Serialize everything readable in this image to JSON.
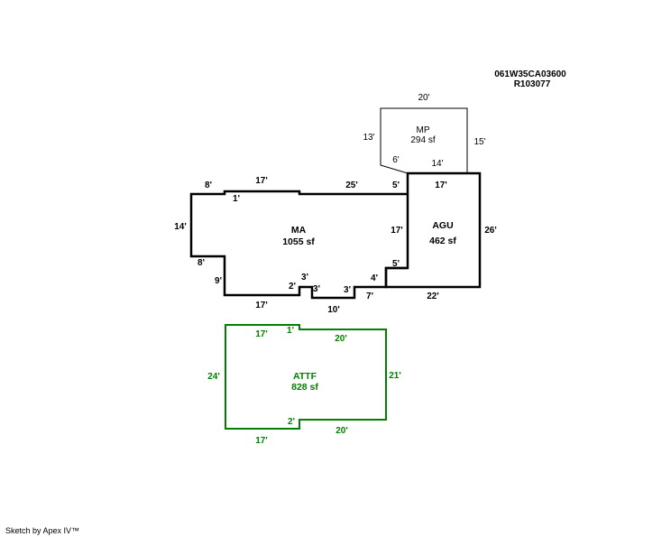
{
  "header": {
    "parcel_id": "061W35CA03600",
    "account_id": "R103077"
  },
  "areas": {
    "mp": {
      "name": "MP",
      "size": "294 sf"
    },
    "ma": {
      "name": "MA",
      "size": "1055 sf"
    },
    "agu": {
      "name": "AGU",
      "size": "462 sf"
    },
    "attf": {
      "name": "ATTF",
      "size": "828 sf"
    }
  },
  "dimensions": {
    "mp_top": "20'",
    "mp_left": "13'",
    "mp_right": "15'",
    "mp_diag": "6'",
    "mp_bottom": "14'",
    "ma_top_left": "8'",
    "ma_top_mid": "17'",
    "ma_step_top": "1'",
    "ma_top_right": "25'",
    "ma_top_end": "5'",
    "ma_left": "14'",
    "ma_left_step": "8'",
    "ma_left_lower": "9'",
    "ma_bottom": "17'",
    "ma_notch_a": "2'",
    "ma_notch_b": "3'",
    "ma_notch_c": "3'",
    "ma_notch_d": "3'",
    "ma_notch_bottom": "10'",
    "ma_right_inner": "17'",
    "ma_right_step": "5'",
    "ma_right_lower": "4'",
    "ma_bottom_right": "7'",
    "agu_top": "17'",
    "agu_right": "26'",
    "agu_bottom": "22'",
    "attf_top_left": "17'",
    "attf_step_top": "1'",
    "attf_top_right": "20'",
    "attf_left": "24'",
    "attf_right": "21'",
    "attf_step_bottom": "2'",
    "attf_bottom_left": "17'",
    "attf_bottom_right": "20'"
  },
  "footer": {
    "credit": "Sketch by Apex IV™"
  },
  "colors": {
    "line": "#000000",
    "attf": "#008000"
  }
}
